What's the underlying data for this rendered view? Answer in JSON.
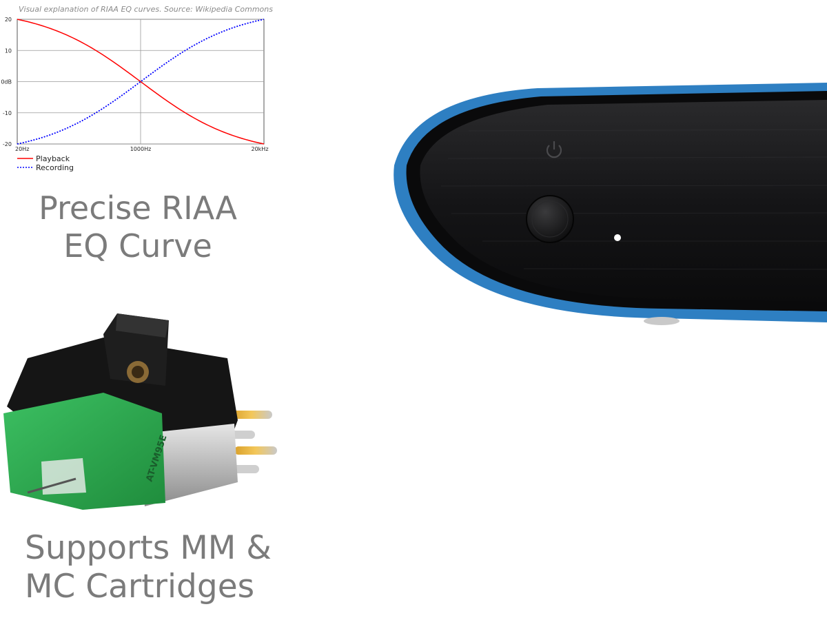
{
  "chart_caption": "Visual explanation of RIAA EQ curves. Source: Wikipedia Commons",
  "chart_data": {
    "type": "line",
    "x": [
      "20Hz",
      "1000Hz",
      "20kHz"
    ],
    "x_scale": "log",
    "y_tick_labels": [
      "20",
      "10",
      "0dB",
      "-10",
      "-20"
    ],
    "ylim": [
      -20,
      20
    ],
    "grid": true,
    "legend_position": "bottom-left",
    "series": [
      {
        "name": "Playback",
        "color": "#ff0000",
        "style": "solid",
        "x": [
          "20Hz",
          "1000Hz",
          "20kHz"
        ],
        "values": [
          20,
          0,
          -20
        ]
      },
      {
        "name": "Recording",
        "color": "#0000ff",
        "style": "dotted",
        "x": [
          "20Hz",
          "1000Hz",
          "20kHz"
        ],
        "values": [
          -20,
          0,
          20
        ]
      }
    ]
  },
  "headline_riaa": "Precise RIAA EQ Curve",
  "headline_cartridges": "Supports MM & MC Cartridges",
  "cartridge_label": "AT-VM95E",
  "colors": {
    "headline_text": "#7b7b7b",
    "device_trim": "#2e7fc2",
    "device_body": "#1d1d1f",
    "cartridge_body": "#2fa84f"
  }
}
